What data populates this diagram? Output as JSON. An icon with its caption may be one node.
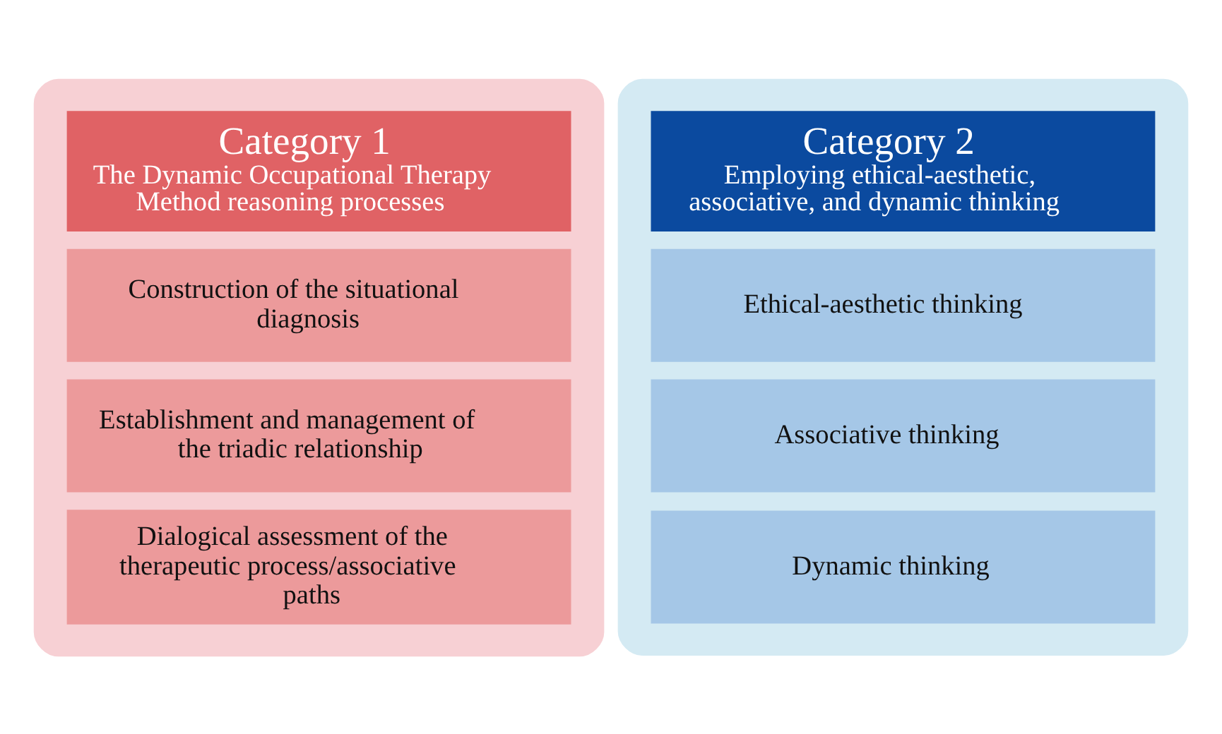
{
  "diagram": {
    "nodes": [
      {
        "text": [],
        "shape": "box"
      },
      {
        "text": [
          "Category 1",
          "The Dynamic Occupational Therapy Method reasoning processes"
        ],
        "in": 0
      },
      {
        "text": [
          "Construction of the situational diagnosis"
        ],
        "in": 0
      },
      {
        "text": [
          "Establishment and management of the triadic relationship"
        ],
        "in": 0
      },
      {
        "text": [
          "Dialogical assessment of the therapeutic process/associative paths"
        ],
        "in": 0
      },
      {
        "text": [],
        "shape": "box"
      },
      {
        "text": [
          "Category 2",
          "Employing ethical-aesthetic, associative, and dynamic thinking"
        ],
        "in": 5
      },
      {
        "text": [
          "Ethical-aesthetic thinking"
        ],
        "in": 5
      },
      {
        "text": [
          "Associative thinking"
        ],
        "in": 5
      },
      {
        "text": [
          "Dynamic thinking"
        ],
        "in": 5
      }
    ],
    "edges": []
  }
}
